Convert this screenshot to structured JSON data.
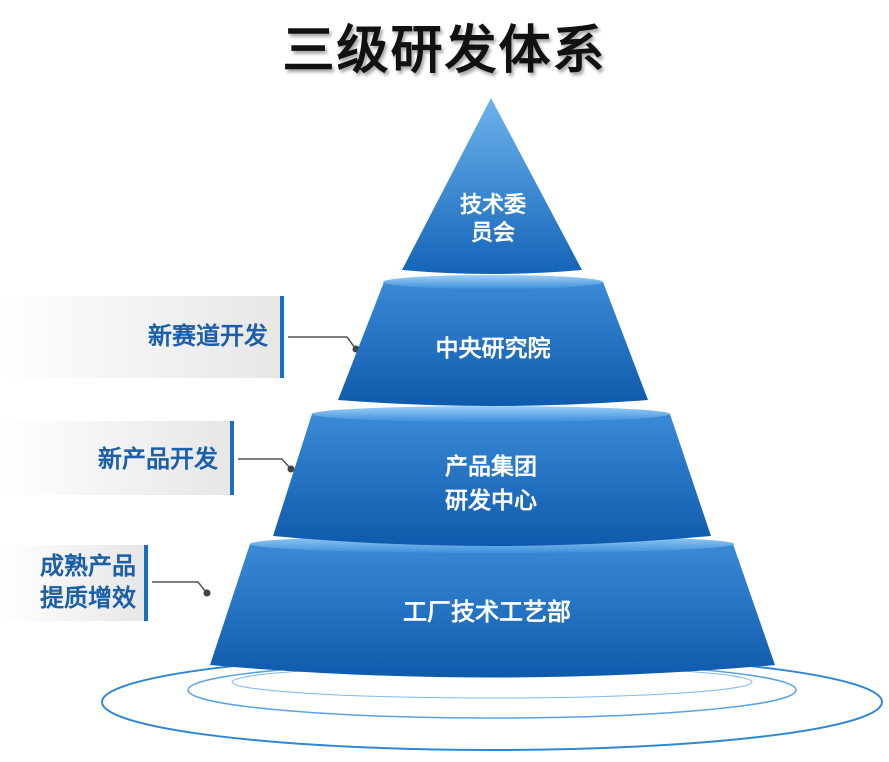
{
  "title": "三级研发体系",
  "tiers": [
    {
      "lines": [
        "技术委",
        "员会"
      ]
    },
    {
      "lines": [
        "中央研究院"
      ]
    },
    {
      "lines": [
        "产品集团",
        "研发中心"
      ]
    },
    {
      "lines": [
        "工厂技术工艺部"
      ]
    }
  ],
  "side_labels": [
    {
      "lines": [
        "新赛道开发"
      ]
    },
    {
      "lines": [
        "新产品开发"
      ]
    },
    {
      "lines": [
        "成熟产品",
        "提质增效"
      ]
    }
  ],
  "colors": {
    "tier_top": "#4a9be0",
    "tier_bottom": "#0f5fb0",
    "accent": "#1a6fc0",
    "label_text": "#1a5fa8"
  }
}
